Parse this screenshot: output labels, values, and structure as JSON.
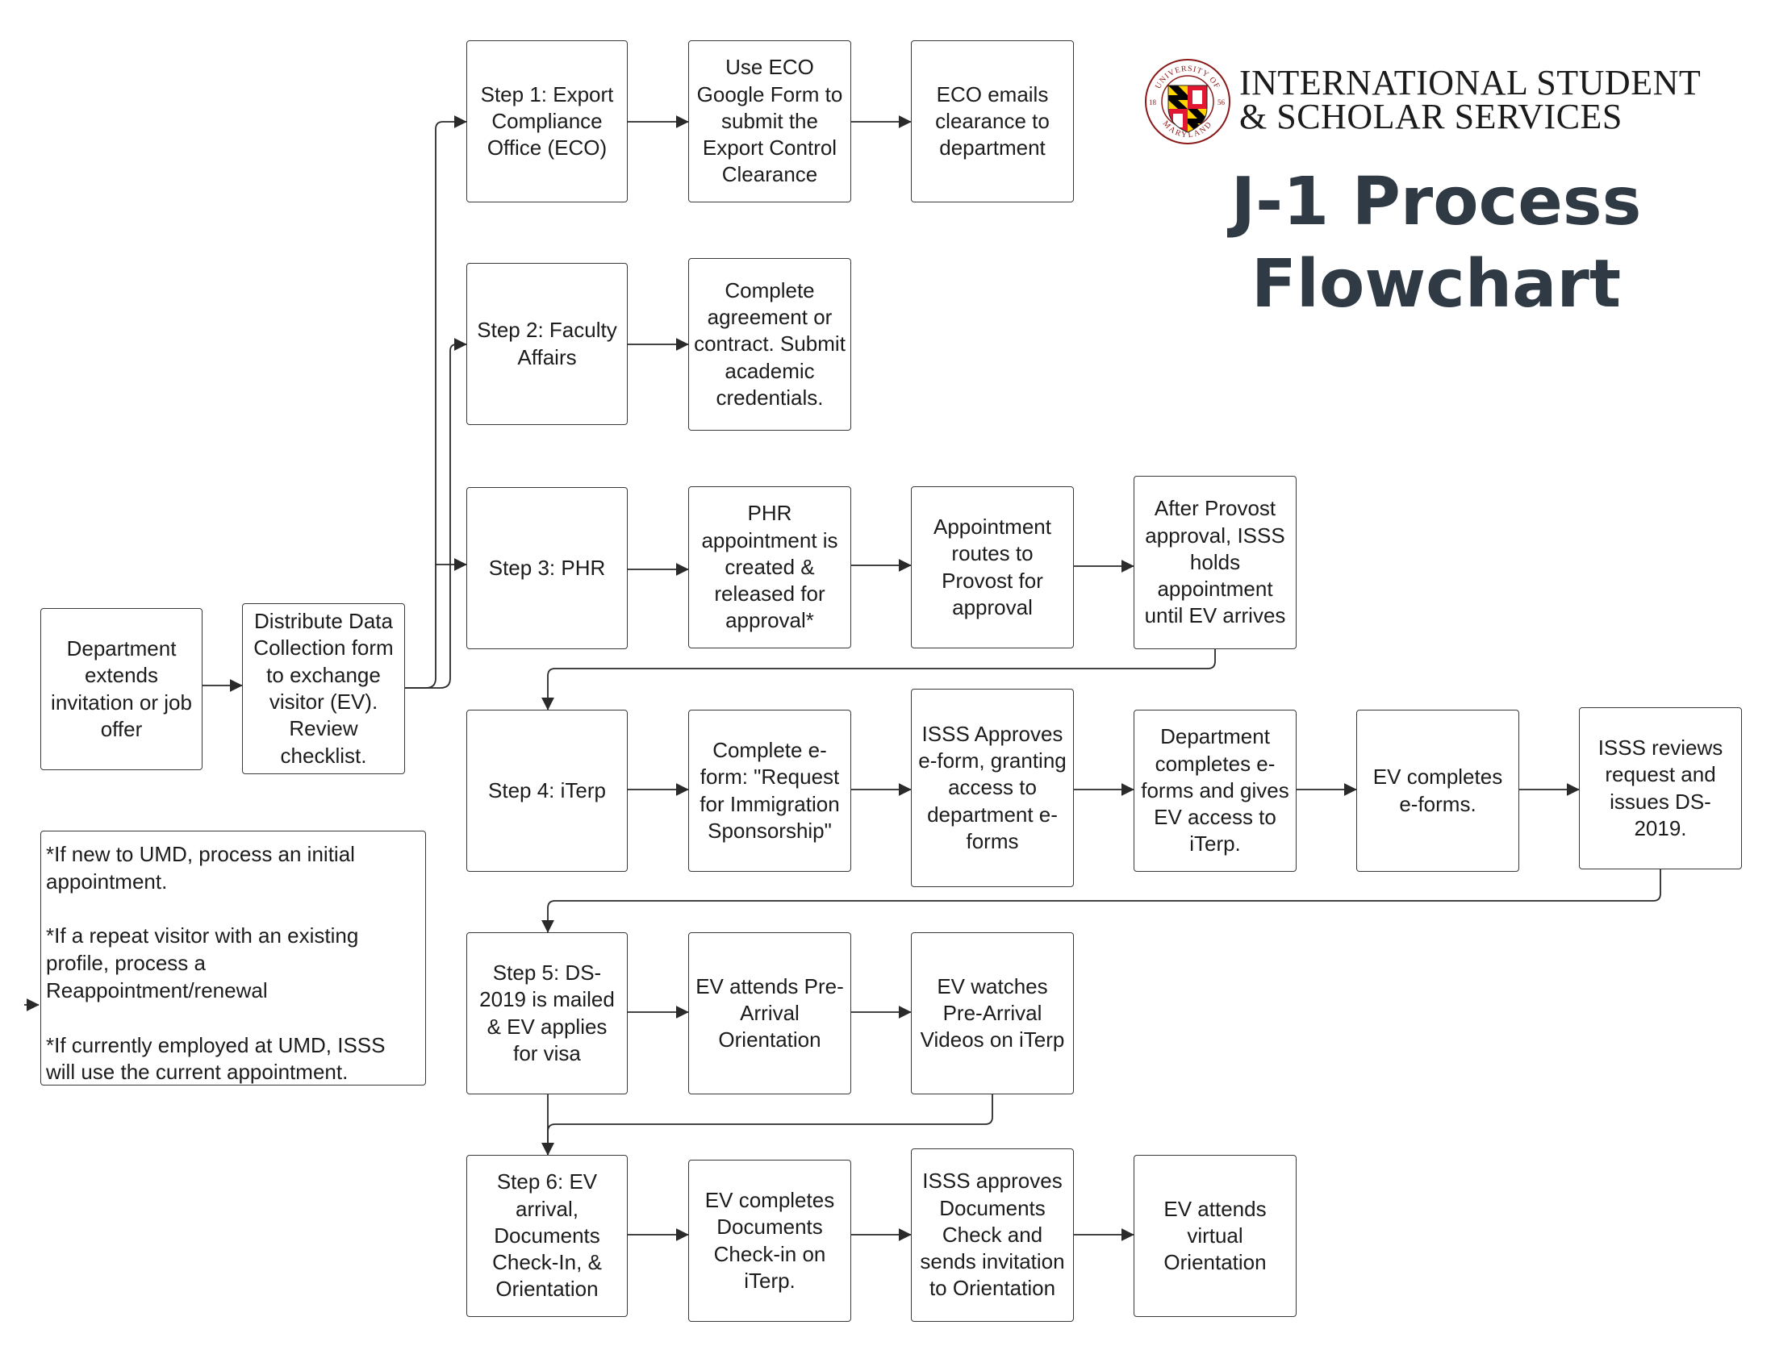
{
  "branding": {
    "org_line1": "INTERNATIONAL STUDENT",
    "org_line2": "& SCHOLAR SERVICES",
    "seal_text_top": "UNIVERSITY OF",
    "seal_text_bottom": "MARYLAND",
    "seal_year_left": "18",
    "seal_year_right": "56",
    "colors": {
      "red": "#e21833",
      "gold": "#ffd200",
      "black": "#000000"
    }
  },
  "title": "J-1 Process\nFlowchart",
  "nodes": {
    "dept_invite": "Department extends invitation or job offer",
    "distribute": "Distribute Data Collection form to exchange visitor (EV). Review checklist.",
    "s1": "Step 1: Export Compliance Office (ECO)",
    "s1a": "Use ECO Google Form to submit the Export Control Clearance",
    "s1b": "ECO emails clearance to department",
    "s2": "Step 2: Faculty Affairs",
    "s2a": "Complete agreement or contract. Submit academic credentials.",
    "s3": "Step 3: PHR",
    "s3a": "PHR appointment is created & released for approval*",
    "s3b": "Appointment routes to Provost for approval",
    "s3c": "After Provost approval, ISSS holds appointment until EV arrives",
    "s4": "Step 4: iTerp",
    "s4a": "Complete e-form: \"Request for Immigration Sponsorship\"",
    "s4b": "ISSS Approves e-form, granting access to department e-forms",
    "s4c": "Department completes e-forms and gives EV access to iTerp.",
    "s4d": "EV completes e-forms.",
    "s4e": "ISSS reviews request and issues DS-2019.",
    "s5": "Step 5: DS-2019 is mailed & EV applies for visa",
    "s5a": "EV attends Pre-Arrival Orientation",
    "s5b": "EV watches Pre-Arrival Videos on iTerp",
    "s6": "Step 6: EV arrival, Documents Check-In, & Orientation",
    "s6a": "EV completes Documents Check-in on iTerp.",
    "s6b": "ISSS approves Documents Check and sends invitation to Orientation",
    "s6c": "EV attends virtual Orientation"
  },
  "note": "*If new to UMD, process an initial appointment.\n\n*If a repeat visitor with an existing profile, process a Reappointment/renewal\n\n*If currently employed at UMD, ISSS will use the current appointment."
}
